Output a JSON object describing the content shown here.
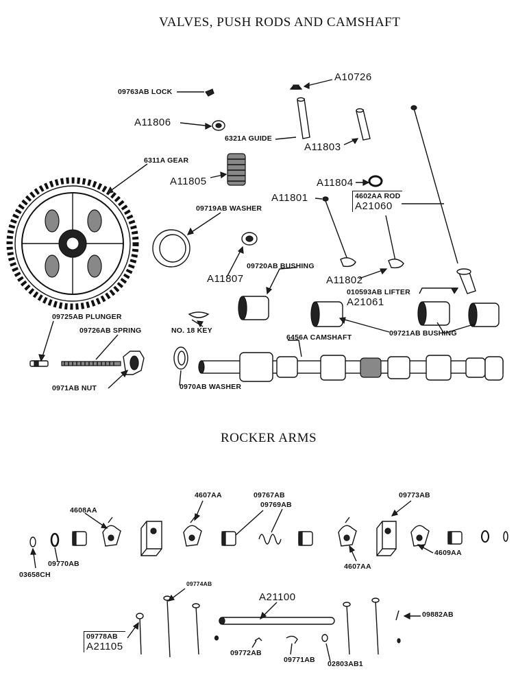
{
  "titles": {
    "valves": "VALVES, PUSH RODS AND CAMSHAFT",
    "rocker": "ROCKER ARMS"
  },
  "labels": {
    "lock": "09763AB LOCK",
    "a10726": "A10726",
    "a11806": "A11806",
    "guide": "6321A GUIDE",
    "a11803": "A11803",
    "gear": "6311A GEAR",
    "a11805": "A11805",
    "a11804": "A11804",
    "rod_part": "4602AA ROD",
    "rod_a": "A21060",
    "a11801": "A11801",
    "washer_09719": "09719AB WASHER",
    "a11807": "A11807",
    "bushing_09720": "09720AB BUSHING",
    "a11802": "A11802",
    "lifter_part": "010593AB LIFTER",
    "lifter_a": "A21061",
    "plunger": "09725AB PLUNGER",
    "spring": "09726AB SPRING",
    "key": "NO. 18 KEY",
    "camshaft": "6456A CAMSHAFT",
    "bushing_09721": "09721AB BUSHING",
    "nut": "0971AB NUT",
    "washer_0970": "0970AB WASHER",
    "r_4607aa_top": "4607AA",
    "r_09767ab": "09767AB",
    "r_09769ab": "09769AB",
    "r_09773ab": "09773AB",
    "r_4608aa": "4608AA",
    "r_09770ab": "09770AB",
    "r_03658ch": "03658CH",
    "r_4607aa_bottom": "4607AA",
    "r_4609aa": "4609AA",
    "r_09774ab": "09774AB",
    "r_a21100": "A21100",
    "r_09882ab": "09882AB",
    "r_09778ab": "09778AB",
    "r_a21105": "A21105",
    "r_09772ab": "09772AB",
    "r_09771ab": "09771AB",
    "r_02803ab1": "02803AB1"
  }
}
